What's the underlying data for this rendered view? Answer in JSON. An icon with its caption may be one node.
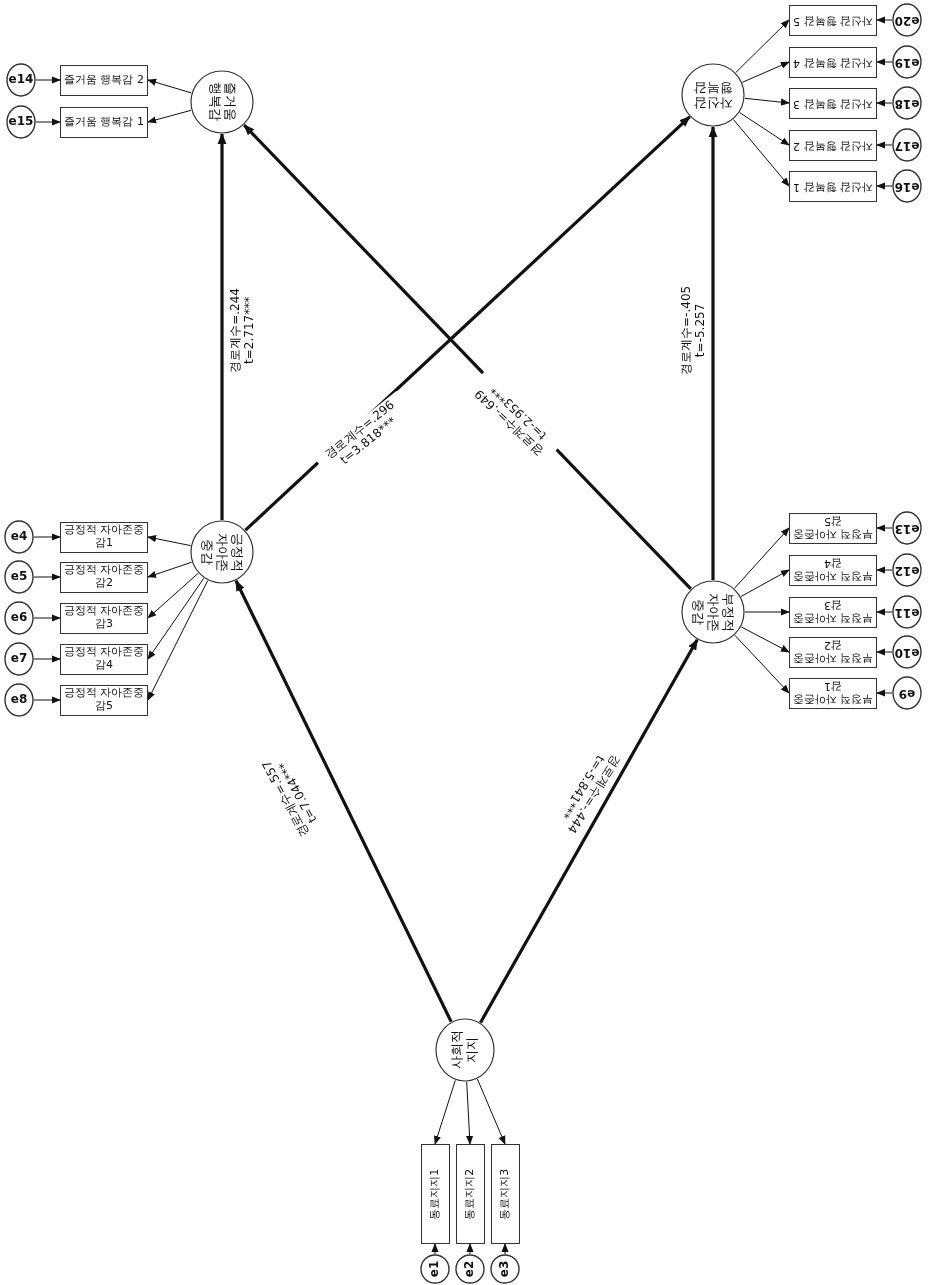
{
  "diagram": {
    "nodes": [
      {
        "text": [
          "즐거움 행복감"
        ]
      },
      {
        "text": [
          "즐거움 행복감 2"
        ]
      },
      {
        "text": [
          "즐거움 행복감 1"
        ]
      },
      {
        "text": [
          "e14"
        ]
      },
      {
        "text": [
          "e15"
        ]
      },
      {
        "text": [
          "자신감 행복감"
        ]
      },
      {
        "text": [
          "자신감 행복감 5"
        ]
      },
      {
        "text": [
          "자신감 행복감 4"
        ]
      },
      {
        "text": [
          "자신감 행복감 3"
        ]
      },
      {
        "text": [
          "자신감 행복감 2"
        ]
      },
      {
        "text": [
          "자신감 행복감 1"
        ]
      },
      {
        "text": [
          "e20"
        ]
      },
      {
        "text": [
          "e19"
        ]
      },
      {
        "text": [
          "e18"
        ]
      },
      {
        "text": [
          "e17"
        ]
      },
      {
        "text": [
          "e16"
        ]
      },
      {
        "text": [
          "긍정적 자아존중감"
        ]
      },
      {
        "text": [
          "긍정적 자아존중감1"
        ]
      },
      {
        "text": [
          "긍정적 자아존중감2"
        ]
      },
      {
        "text": [
          "긍정적 자아존중감3"
        ]
      },
      {
        "text": [
          "긍정적 자아존중감4"
        ]
      },
      {
        "text": [
          "긍정적 자아존중감5"
        ]
      },
      {
        "text": [
          "e4"
        ]
      },
      {
        "text": [
          "e5"
        ]
      },
      {
        "text": [
          "e6"
        ]
      },
      {
        "text": [
          "e7"
        ]
      },
      {
        "text": [
          "e8"
        ]
      },
      {
        "text": [
          "부정적 자아존중감"
        ]
      },
      {
        "text": [
          "부정적 자아존중감5"
        ]
      },
      {
        "text": [
          "부정적 자아존중감4"
        ]
      },
      {
        "text": [
          "부정적 자아존중감3"
        ]
      },
      {
        "text": [
          "부정적 자아존중감2"
        ]
      },
      {
        "text": [
          "부정적 자아존중감1"
        ]
      },
      {
        "text": [
          "e13"
        ]
      },
      {
        "text": [
          "e12"
        ]
      },
      {
        "text": [
          "e11"
        ]
      },
      {
        "text": [
          "e10"
        ]
      },
      {
        "text": [
          "e9"
        ]
      },
      {
        "text": [
          "사회적 지지"
        ]
      },
      {
        "text": [
          "동료지지1"
        ]
      },
      {
        "text": [
          "동료지지2"
        ]
      },
      {
        "text": [
          "동료지지3"
        ]
      },
      {
        "text": [
          "e1"
        ]
      },
      {
        "text": [
          "e2"
        ]
      },
      {
        "text": [
          "e3"
        ]
      }
    ],
    "edges": [
      {
        "from": 38,
        "to": 16,
        "arrow": "to",
        "style": "thick",
        "label": "경로계수=.557 t=7.044***"
      },
      {
        "from": 38,
        "to": 27,
        "arrow": "to",
        "style": "thick",
        "label": "경로계수=-.444 t=-5.841***"
      },
      {
        "from": 16,
        "to": 0,
        "arrow": "to",
        "style": "thick",
        "label": "경로계수=.244 t=2.717***"
      },
      {
        "from": 16,
        "to": 5,
        "arrow": "to",
        "style": "thick",
        "label": "경로계수=.296 t=3.818***"
      },
      {
        "from": 27,
        "to": 0,
        "arrow": "to",
        "style": "thick",
        "label": "경로계수=-.649 t=-2.953***"
      },
      {
        "from": 27,
        "to": 5,
        "arrow": "to",
        "style": "thick",
        "label": "경로계수=-.405 t=-5.257"
      },
      {
        "from": 0,
        "to": 1,
        "arrow": "to"
      },
      {
        "from": 0,
        "to": 2,
        "arrow": "to"
      },
      {
        "from": 3,
        "to": 1,
        "arrow": "to"
      },
      {
        "from": 4,
        "to": 2,
        "arrow": "to"
      },
      {
        "from": 5,
        "to": 6,
        "arrow": "to"
      },
      {
        "from": 5,
        "to": 7,
        "arrow": "to"
      },
      {
        "from": 5,
        "to": 8,
        "arrow": "to"
      },
      {
        "from": 5,
        "to": 9,
        "arrow": "to"
      },
      {
        "from": 5,
        "to": 10,
        "arrow": "to"
      },
      {
        "from": 11,
        "to": 6,
        "arrow": "to"
      },
      {
        "from": 12,
        "to": 7,
        "arrow": "to"
      },
      {
        "from": 13,
        "to": 8,
        "arrow": "to"
      },
      {
        "from": 14,
        "to": 9,
        "arrow": "to"
      },
      {
        "from": 15,
        "to": 10,
        "arrow": "to"
      },
      {
        "from": 16,
        "to": 17,
        "arrow": "to"
      },
      {
        "from": 16,
        "to": 18,
        "arrow": "to"
      },
      {
        "from": 16,
        "to": 19,
        "arrow": "to"
      },
      {
        "from": 16,
        "to": 20,
        "arrow": "to"
      },
      {
        "from": 16,
        "to": 21,
        "arrow": "to"
      },
      {
        "from": 22,
        "to": 17,
        "arrow": "to"
      },
      {
        "from": 23,
        "to": 18,
        "arrow": "to"
      },
      {
        "from": 24,
        "to": 19,
        "arrow": "to"
      },
      {
        "from": 25,
        "to": 20,
        "arrow": "to"
      },
      {
        "from": 26,
        "to": 21,
        "arrow": "to"
      },
      {
        "from": 27,
        "to": 28,
        "arrow": "to"
      },
      {
        "from": 27,
        "to": 29,
        "arrow": "to"
      },
      {
        "from": 27,
        "to": 30,
        "arrow": "to"
      },
      {
        "from": 27,
        "to": 31,
        "arrow": "to"
      },
      {
        "from": 27,
        "to": 32,
        "arrow": "to"
      },
      {
        "from": 33,
        "to": 28,
        "arrow": "to"
      },
      {
        "from": 34,
        "to": 29,
        "arrow": "to"
      },
      {
        "from": 35,
        "to": 30,
        "arrow": "to"
      },
      {
        "from": 36,
        "to": 31,
        "arrow": "to"
      },
      {
        "from": 37,
        "to": 32,
        "arrow": "to"
      },
      {
        "from": 38,
        "to": 39,
        "arrow": "to"
      },
      {
        "from": 38,
        "to": 40,
        "arrow": "to"
      },
      {
        "from": 38,
        "to": 41,
        "arrow": "to"
      },
      {
        "from": 42,
        "to": 39,
        "arrow": "to"
      },
      {
        "from": 43,
        "to": 40,
        "arrow": "to"
      },
      {
        "from": 44,
        "to": 41,
        "arrow": "to"
      }
    ]
  }
}
